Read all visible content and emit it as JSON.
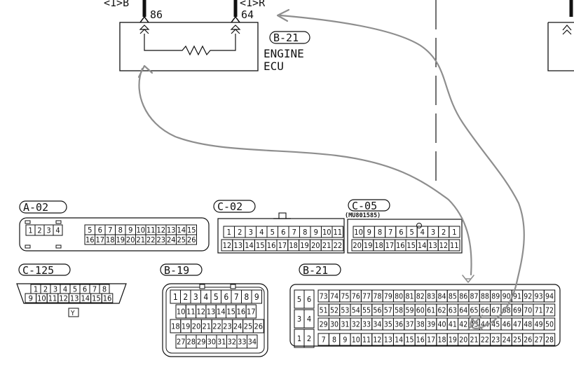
{
  "top": {
    "wire_left_label": "<1>B",
    "wire_right_label": "<1>R",
    "pin_left": "86",
    "pin_right": "64",
    "ecu_ref": "B-21",
    "ecu_name_line1": "ENGINE",
    "ecu_name_line2": "ECU"
  },
  "connectors": {
    "a02": {
      "label": "A-02",
      "row1_left": [
        "1",
        "2",
        "3",
        "4"
      ],
      "row1_right": [
        "5",
        "6",
        "7",
        "8",
        "9",
        "10",
        "11",
        "12",
        "13",
        "14",
        "15"
      ],
      "row2": [
        "16",
        "17",
        "18",
        "19",
        "20",
        "21",
        "22",
        "23",
        "24",
        "25",
        "26"
      ]
    },
    "c02": {
      "label": "C-02",
      "row1": [
        "1",
        "2",
        "3",
        "4",
        "5",
        "6",
        "7",
        "8",
        "9",
        "10",
        "11"
      ],
      "row2": [
        "12",
        "13",
        "14",
        "15",
        "16",
        "17",
        "18",
        "19",
        "20",
        "21",
        "22"
      ]
    },
    "c05": {
      "label": "C-05",
      "part": "(MU801585)",
      "row1": [
        "10",
        "9",
        "8",
        "7",
        "6",
        "5",
        "4",
        "3",
        "2",
        "1"
      ],
      "row2": [
        "20",
        "19",
        "18",
        "17",
        "16",
        "15",
        "14",
        "13",
        "12",
        "11"
      ]
    },
    "c125": {
      "label": "C-125",
      "row1": [
        "1",
        "2",
        "3",
        "4",
        "5",
        "6",
        "7",
        "8"
      ],
      "row2": [
        "9",
        "10",
        "11",
        "12",
        "13",
        "14",
        "15",
        "16"
      ],
      "key": "Y"
    },
    "b19": {
      "label": "B-19",
      "row1": [
        "1",
        "2",
        "3",
        "4",
        "5",
        "6",
        "7",
        "8",
        "9"
      ],
      "row2": [
        "10",
        "11",
        "12",
        "13",
        "14",
        "15",
        "16",
        "17"
      ],
      "row3": [
        "18",
        "19",
        "20",
        "21",
        "22",
        "23",
        "24",
        "25",
        "26"
      ],
      "row4": [
        "27",
        "28",
        "29",
        "30",
        "31",
        "32",
        "33",
        "34"
      ]
    },
    "b21": {
      "label": "B-21",
      "side_rows": [
        [
          "5",
          "6"
        ],
        [
          "3",
          "4"
        ],
        [
          "1",
          "2"
        ]
      ],
      "row1": [
        "73",
        "74",
        "75",
        "76",
        "77",
        "78",
        "79",
        "80",
        "81",
        "82",
        "83",
        "84",
        "85",
        "86",
        "87",
        "88",
        "89",
        "90",
        "91",
        "92",
        "93",
        "94"
      ],
      "row2": [
        "51",
        "52",
        "53",
        "54",
        "55",
        "56",
        "57",
        "58",
        "59",
        "60",
        "61",
        "62",
        "63",
        "64",
        "65",
        "66",
        "67",
        "68",
        "69",
        "70",
        "71",
        "72"
      ],
      "row3": [
        "29",
        "30",
        "31",
        "32",
        "33",
        "34",
        "35",
        "36",
        "37",
        "38",
        "39",
        "40",
        "41",
        "42",
        "43",
        "44",
        "45",
        "46",
        "47",
        "48",
        "49",
        "50"
      ],
      "row4": [
        "7",
        "8",
        "9",
        "10",
        "11",
        "12",
        "13",
        "14",
        "15",
        "16",
        "17",
        "18",
        "19",
        "20",
        "21",
        "22",
        "23",
        "24",
        "25",
        "26",
        "27",
        "28"
      ]
    }
  }
}
